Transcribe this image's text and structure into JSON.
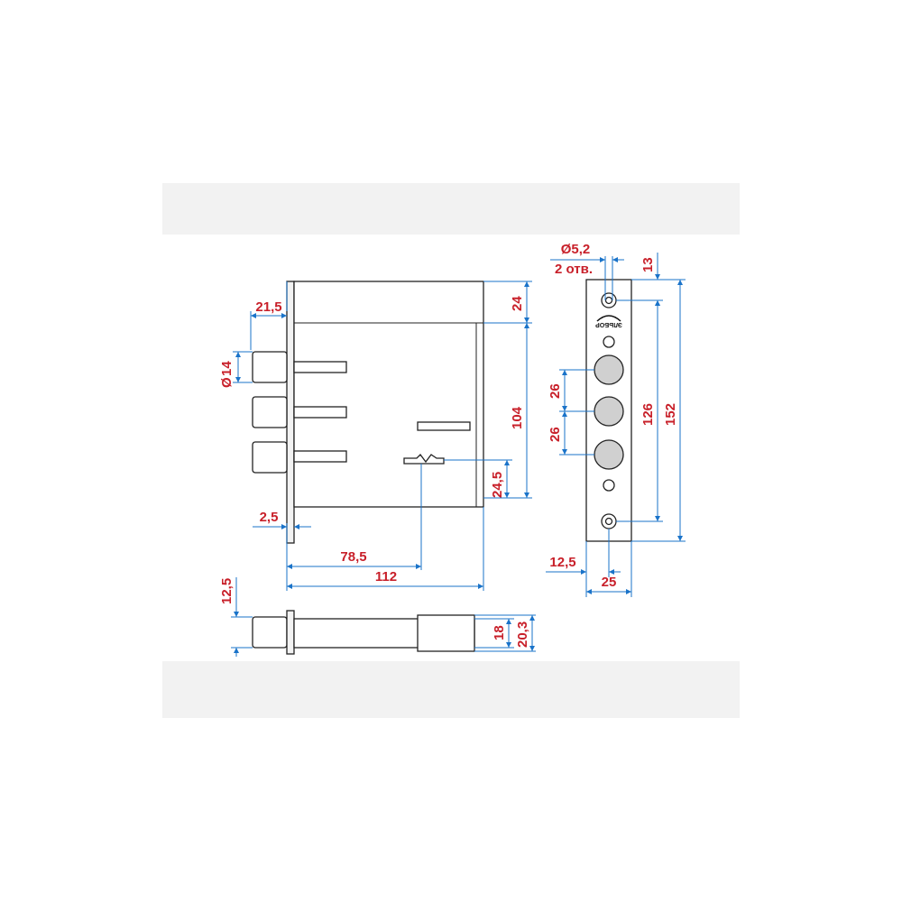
{
  "dimensions": {
    "d_21_5": "21,5",
    "d_14": "14",
    "diameter_sign": "Ø",
    "d_2_5": "2,5",
    "d_78_5": "78,5",
    "d_112": "112",
    "d_24": "24",
    "d_104": "104",
    "d_24_5": "24,5",
    "d_12_5_side": "12,5",
    "d_18": "18",
    "d_20_3": "20,3",
    "d_5_2": "Ø5,2",
    "holes_note": "2 отв.",
    "d_13": "13",
    "d_26_a": "26",
    "d_26_b": "26",
    "d_126": "126",
    "d_152": "152",
    "d_12_5_plate": "12,5",
    "d_25": "25"
  },
  "logo": {
    "text": "ЭЛЬБОР"
  },
  "colors": {
    "dimension_text": "#c8202a",
    "dimension_line": "#1a73c9",
    "outline": "#222222",
    "background_band": "#f2f2f2"
  }
}
